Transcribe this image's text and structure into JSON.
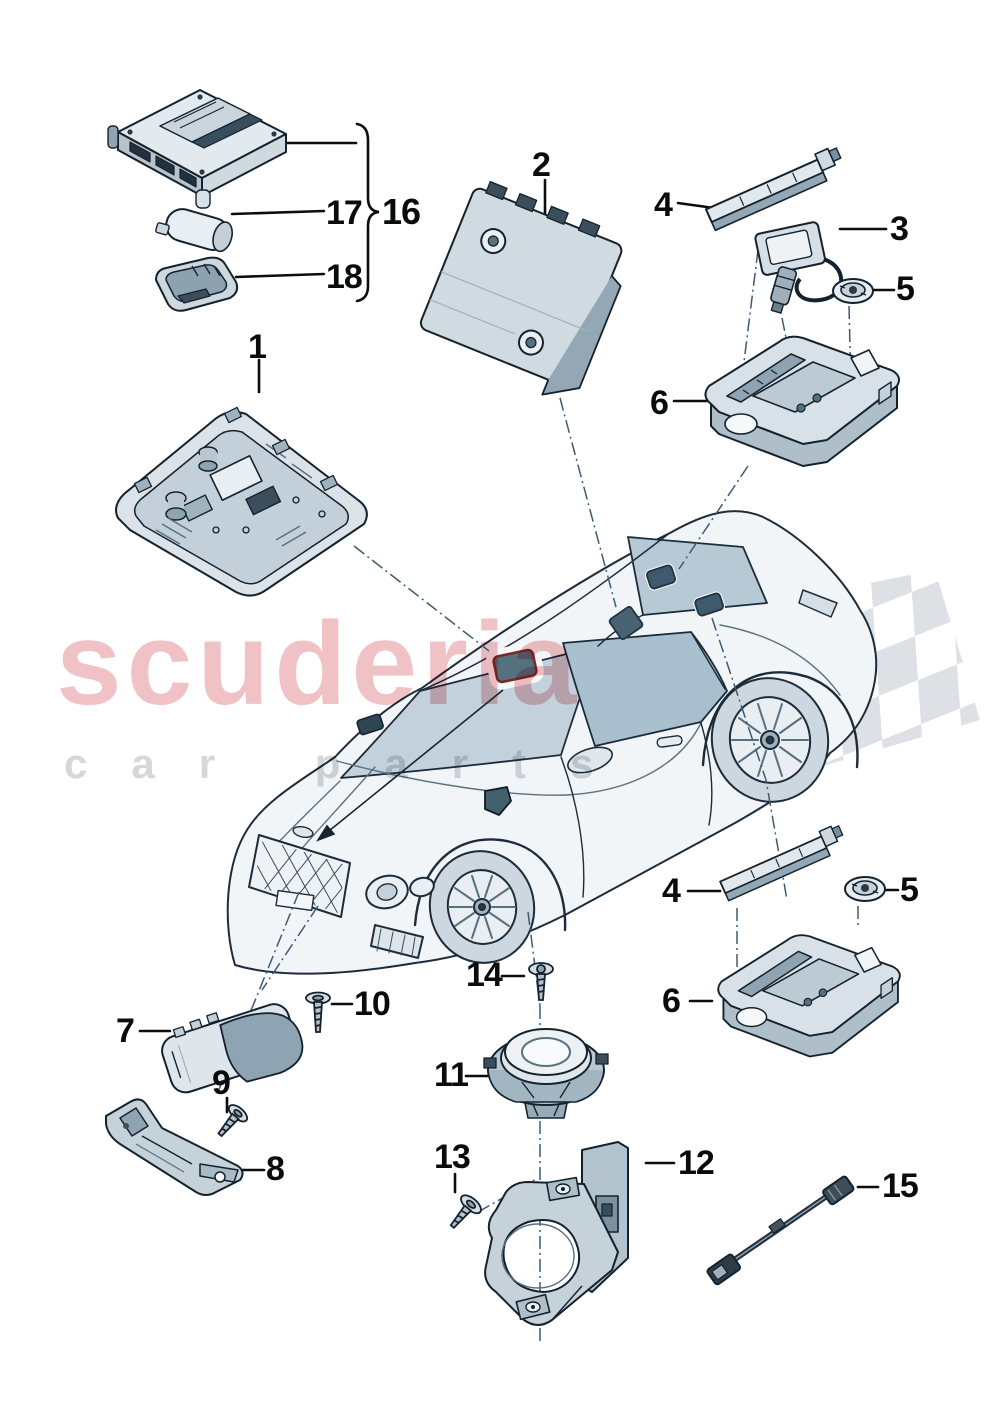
{
  "watermark": {
    "title": "scuderia",
    "subtitle": "car parts"
  },
  "callouts": {
    "c1": "1",
    "c2": "2",
    "c3": "3",
    "c4a": "4",
    "c4b": "4",
    "c5a": "5",
    "c5b": "5",
    "c6a": "6",
    "c6b": "6",
    "c7": "7",
    "c8": "8",
    "c9": "9",
    "c10": "10",
    "c11": "11",
    "c12": "12",
    "c13": "13",
    "c14": "14",
    "c15": "15",
    "c16": "16",
    "c17": "17",
    "c18": "18"
  },
  "colors": {
    "ink": "#14222e",
    "part_fill": "#d8e1e7",
    "part_shade": "#9fb2bd",
    "part_dark": "#3c4e5c",
    "glass": "#bfcfda",
    "marker": "#4a6374",
    "marker_outline_red": "#7c2a28",
    "leader_blue": "#3d5a75",
    "label_black": "#0a0b0d",
    "watermark_red": "#eeb3b7",
    "watermark_gray": "#cdd1d5",
    "flag_gray": "#d9dde1"
  }
}
